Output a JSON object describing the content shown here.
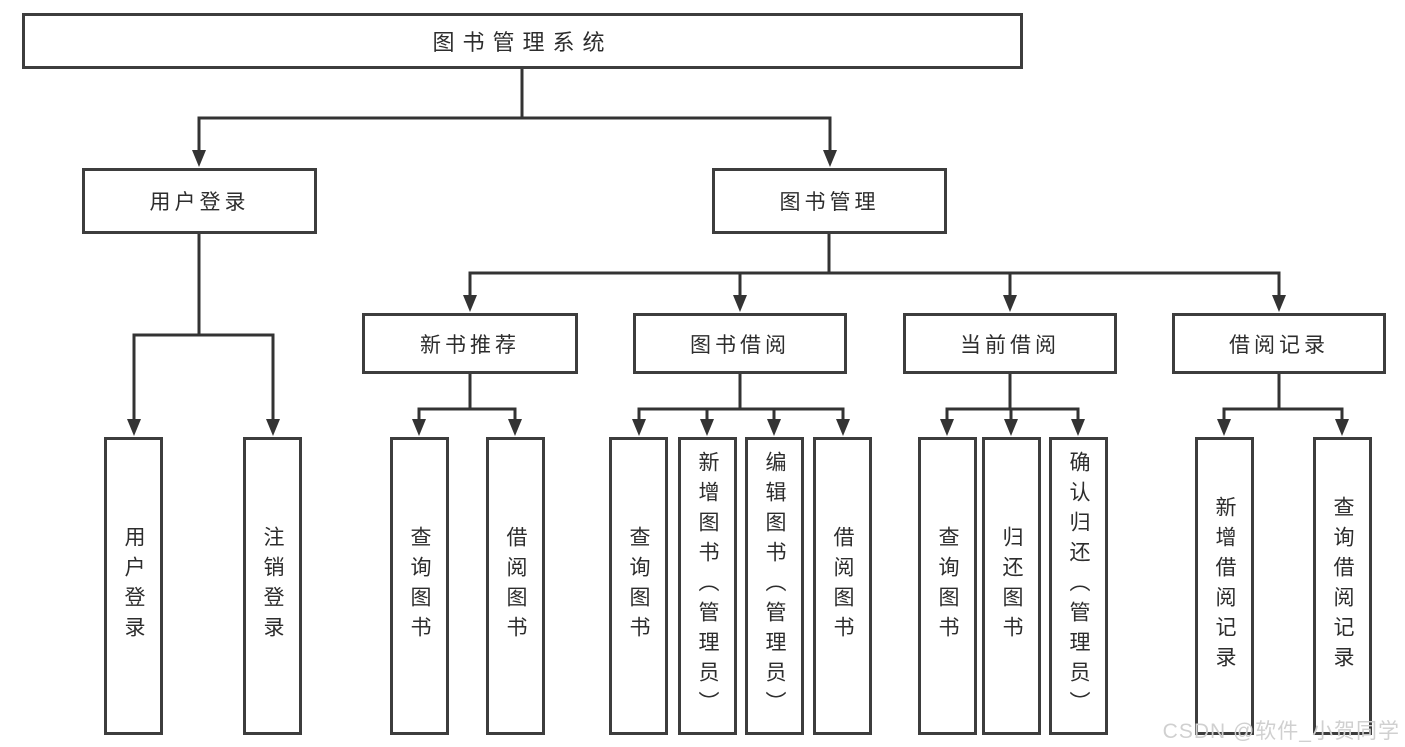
{
  "watermark": "CSDN @软件_小贺同学",
  "colors": {
    "line": "#333333",
    "box_border": "#3d3d3d",
    "text": "#2d2d2d",
    "watermark": "#d0d0d0",
    "background": "#ffffff"
  },
  "tree": {
    "label": "图书管理系统",
    "children": [
      {
        "label": "用户登录",
        "children": [
          {
            "label": "用户登录"
          },
          {
            "label": "注销登录"
          }
        ]
      },
      {
        "label": "图书管理",
        "children": [
          {
            "label": "新书推荐",
            "children": [
              {
                "label": "查询图书"
              },
              {
                "label": "借阅图书"
              }
            ]
          },
          {
            "label": "图书借阅",
            "children": [
              {
                "label": "查询图书"
              },
              {
                "label": "新增图书（管理员）"
              },
              {
                "label": "编辑图书（管理员）"
              },
              {
                "label": "借阅图书"
              }
            ]
          },
          {
            "label": "当前借阅",
            "children": [
              {
                "label": "查询图书"
              },
              {
                "label": "归还图书"
              },
              {
                "label": "确认归还（管理员）"
              }
            ]
          },
          {
            "label": "借阅记录",
            "children": [
              {
                "label": "新增借阅记录"
              },
              {
                "label": "查询借阅记录"
              }
            ]
          }
        ]
      }
    ]
  }
}
